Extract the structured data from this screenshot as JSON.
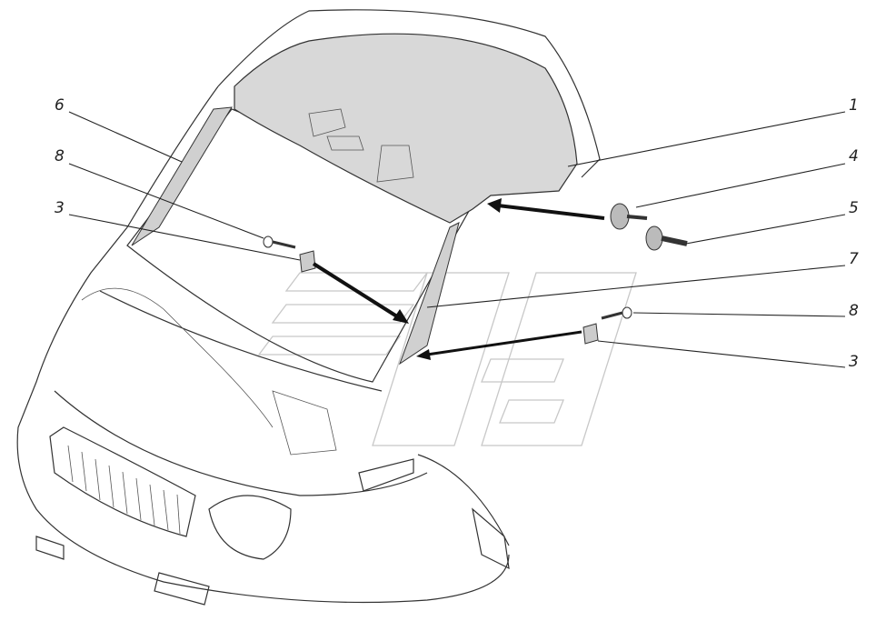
{
  "diagram": {
    "callouts_left": [
      {
        "id": "6",
        "label": "6",
        "part": "pillar-trim"
      },
      {
        "id": "8a",
        "label": "8",
        "part": "screw"
      },
      {
        "id": "3a",
        "label": "3",
        "part": "clip-nut"
      }
    ],
    "callouts_right": [
      {
        "id": "1",
        "label": "1",
        "part": "headliner-front-panel"
      },
      {
        "id": "4",
        "label": "4",
        "part": "fastener-cap"
      },
      {
        "id": "5",
        "label": "5",
        "part": "plastic-rivet"
      },
      {
        "id": "7",
        "label": "7",
        "part": "pillar-trim"
      },
      {
        "id": "8b",
        "label": "8",
        "part": "screw"
      },
      {
        "id": "3b",
        "label": "3",
        "part": "clip-nut"
      }
    ],
    "colors": {
      "line": "#222222",
      "shade": "#d8d8d8",
      "watermark": "#c8c8c8"
    }
  }
}
